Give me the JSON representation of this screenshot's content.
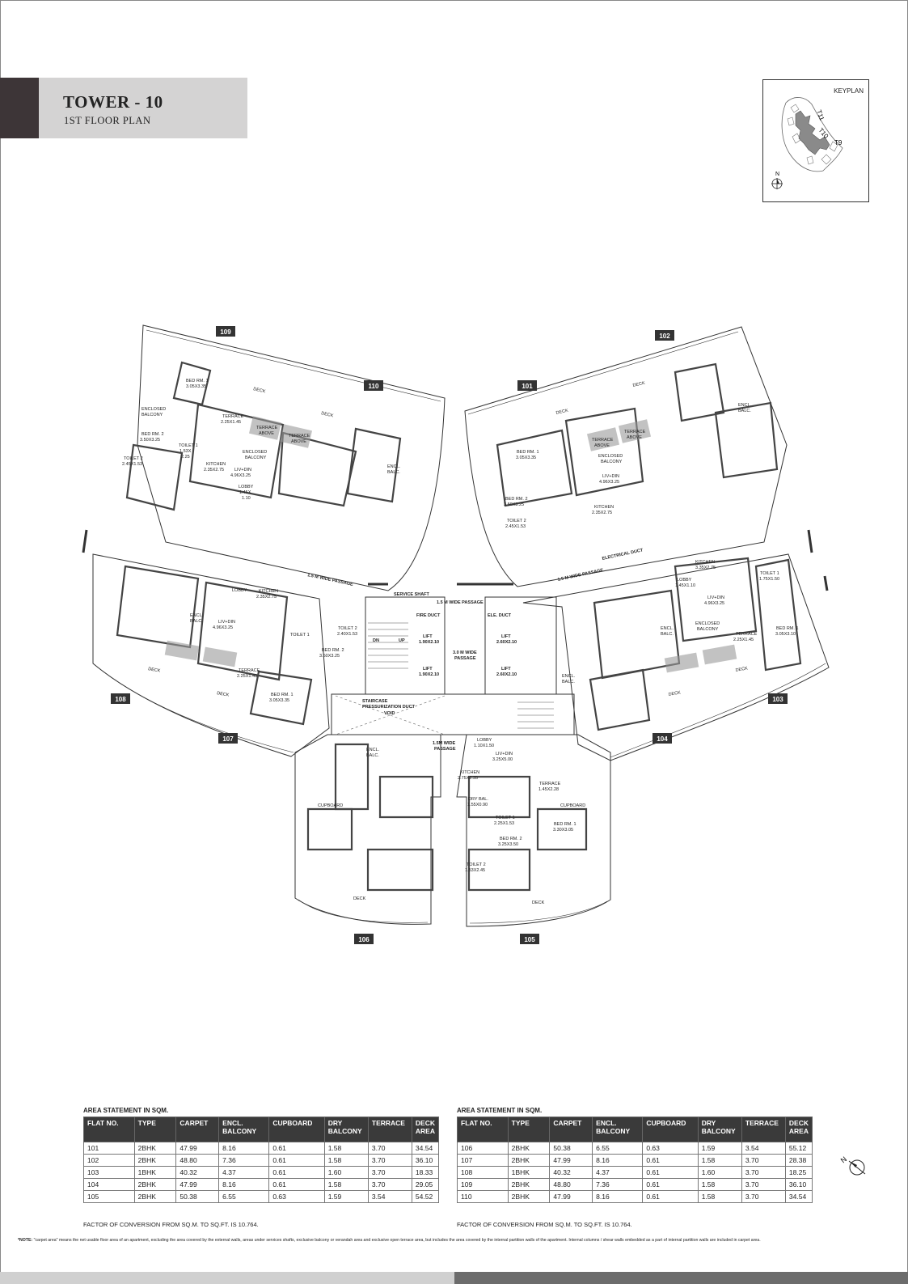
{
  "header": {
    "title": "TOWER - 10",
    "subtitle": "1ST FLOOR PLAN"
  },
  "keyplan": {
    "label": "KEYPLAN",
    "towers": [
      "T11",
      "T10",
      "T9"
    ],
    "north": "N"
  },
  "plan": {
    "flat_tags": [
      "109",
      "110",
      "101",
      "102",
      "108",
      "107",
      "104",
      "103",
      "106",
      "105"
    ],
    "core_labels": {
      "service_shaft": "SERVICE SHAFT",
      "top_passage": "1.5 M  WIDE PASSAGE",
      "fire_duct": "FIRE DUCT",
      "ele_duct": "ELE. DUCT",
      "lift_1": "LIFT",
      "lift_1_size": "1.90X2.10",
      "lift_2": "LIFT",
      "lift_2_size": "1.90X2.10",
      "lift_3": "LIFT",
      "lift_3_size": "2.60X2.10",
      "lift_4": "LIFT",
      "lift_4_size": "2.60X2.10",
      "wide_passage": "3.0 M WIDE",
      "wide_passage_2": "PASSAGE",
      "staircase": "STAIRCASE",
      "pressurization": "PRESSURIZATION DUCT",
      "void": "VOID",
      "dn": "DN",
      "up": "UP",
      "bottom_passage": "1.5M  WIDE",
      "bottom_passage_2": "PASSAGE",
      "left_passage": "1.5 M WIDE PASSAGE",
      "right_passage": "1.5 M WIDE PASSAGE",
      "electrical_duct": "ELECTRICAL DUCT"
    },
    "rooms": {
      "deck": "DECK",
      "bed_rm_1": "BED RM. 1",
      "bed_rm_2": "BED RM. 2",
      "toilet_1": "TOILET 1",
      "toilet_2": "TOILET 2",
      "kitchen": "KITCHEN",
      "liv_din": "LIV+DIN",
      "lobby": "LOBBY",
      "enclosed_balcony": "ENCLOSED",
      "enclosed_balcony_2": "BALCONY",
      "encl_balc": "ENCL.",
      "encl_balc_2": "BALC.",
      "terrace": "TERRACE",
      "terrace_above": "TERRACE",
      "above": "ABOVE",
      "cupboard": "CUPBOARD",
      "dry_bal": "DRY BAL.",
      "size_bed1_a": "3.05X3.35",
      "size_bed2_a": "3.50X3.25",
      "size_toilet1_a": "1.53X",
      "size_toilet1_b": "2.25",
      "size_toilet2_a": "2.45X1.53",
      "size_kitchen_a": "2.35X2.75",
      "size_livdin_a": "4.96X3.25",
      "size_lobby_a": "1.45X",
      "size_lobby_b": "1.10",
      "size_terrace_a": "2.25X1.45",
      "size_kitchen_b": "2.75X2.35",
      "size_livdin_b": "3.25X5.00",
      "size_lobby_c": "1.10X1.50",
      "size_terrace_b": "1.45X2.28",
      "size_dry_b": "1.55X0.90",
      "size_toilet1_c": "2.25X1.53",
      "size_bed2_c": "3.25X3.50",
      "size_bed1_c": "3.30X3.05",
      "size_toilet2_c": "1.53X2.45",
      "size_toilet1_d": "1.75X1.50",
      "size_bed1_d": "3.05X3.10",
      "size_kitchen_d": "3.35X2.75",
      "size_livdin_d": "4.96X3.25",
      "size_lobby_d": "1.45X1.10",
      "size_toilet2_d": "2.40X1.53"
    }
  },
  "area_statement_left": {
    "title": "AREA STATEMENT IN SQM.",
    "headers": [
      "FLAT NO.",
      "TYPE",
      "CARPET",
      "ENCL. BALCONY",
      "CUPBOARD",
      "DRY BALCONY",
      "TERRACE",
      "DECK AREA"
    ],
    "rows": [
      [
        "101",
        "2BHK",
        "47.99",
        "8.16",
        "0.61",
        "1.58",
        "3.70",
        "34.54"
      ],
      [
        "102",
        "2BHK",
        "48.80",
        "7.36",
        "0.61",
        "1.58",
        "3.70",
        "36.10"
      ],
      [
        "103",
        "1BHK",
        "40.32",
        "4.37",
        "0.61",
        "1.60",
        "3.70",
        "18.33"
      ],
      [
        "104",
        "2BHK",
        "47.99",
        "8.16",
        "0.61",
        "1.58",
        "3.70",
        "29.05"
      ],
      [
        "105",
        "2BHK",
        "50.38",
        "6.55",
        "0.63",
        "1.59",
        "3.54",
        "54.52"
      ]
    ],
    "factor": "FACTOR OF CONVERSION FROM SQ.M. TO SQ.FT. IS 10.764."
  },
  "area_statement_right": {
    "title": "AREA STATEMENT IN SQM.",
    "headers": [
      "FLAT NO.",
      "TYPE",
      "CARPET",
      "ENCL. BALCONY",
      "CUPBOARD",
      "DRY BALCONY",
      "TERRACE",
      "DECK AREA"
    ],
    "rows": [
      [
        "106",
        "2BHK",
        "50.38",
        "6.55",
        "0.63",
        "1.59",
        "3.54",
        "55.12"
      ],
      [
        "107",
        "2BHK",
        "47.99",
        "8.16",
        "0.61",
        "1.58",
        "3.70",
        "28.38"
      ],
      [
        "108",
        "1BHK",
        "40.32",
        "4.37",
        "0.61",
        "1.60",
        "3.70",
        "18.25"
      ],
      [
        "109",
        "2BHK",
        "48.80",
        "7.36",
        "0.61",
        "1.58",
        "3.70",
        "36.10"
      ],
      [
        "110",
        "2BHK",
        "47.99",
        "8.16",
        "0.61",
        "1.58",
        "3.70",
        "34.54"
      ]
    ],
    "factor": "FACTOR OF CONVERSION FROM SQ.M. TO SQ.FT. IS 10.764."
  },
  "note": {
    "prefix": "*NOTE:",
    "text": " \"carpet area\" means the net usable floor area of an apartment, excluding the area covered by the external walls, areas under services shafts, exclusive balcony or verandah area and exclusive open terrace area, but includes the area covered by the internal partition walls of the apartment. Internal columns / shear walls embedded as a part of internal partition walls are included in carpet area."
  },
  "north_marker": "N",
  "colors": {
    "header_dark": "#3d3537",
    "header_light": "#d4d3d3",
    "table_header": "#3a3a3a",
    "footer_dark": "#6c6c6c",
    "footer_light": "#d0d0d0"
  }
}
